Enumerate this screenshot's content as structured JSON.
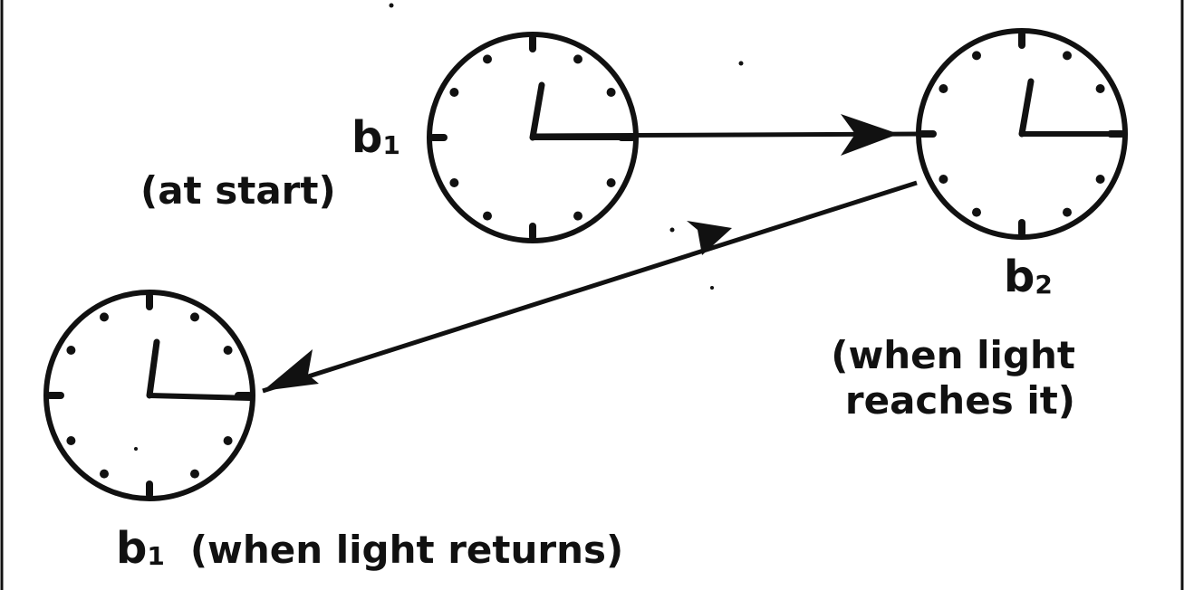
{
  "clocks": [
    {
      "id": "b1-start",
      "symbol": "b",
      "subscript": "1",
      "note": "(at start)"
    },
    {
      "id": "b2",
      "symbol": "b",
      "subscript": "2",
      "note_line1": "(when light",
      "note_line2": "reaches it)"
    },
    {
      "id": "b1-return",
      "symbol": "b",
      "subscript": "1",
      "note": "(when light returns)"
    }
  ],
  "colors": {
    "ink": "#111111",
    "background": "#ffffff"
  }
}
